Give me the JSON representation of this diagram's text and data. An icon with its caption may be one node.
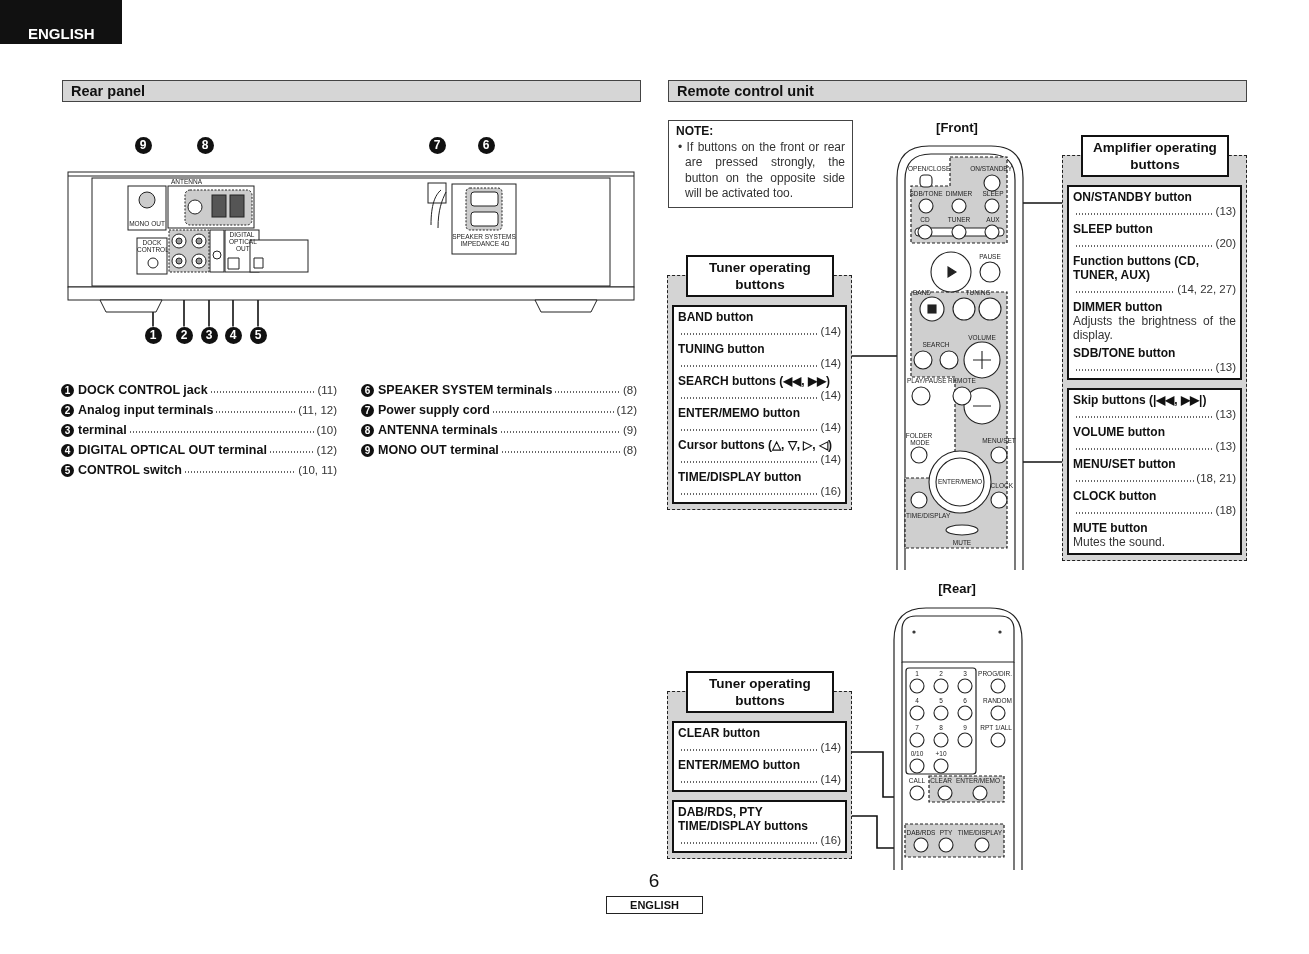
{
  "diagram": {
    "nodes": [
      {
        "text": [
          "1"
        ]
      },
      {
        "text": [
          "2"
        ]
      },
      {
        "text": [
          "3"
        ]
      },
      {
        "text": [
          "4"
        ]
      },
      {
        "text": [
          "5"
        ]
      },
      {
        "text": [
          "NOTE:",
          "• If buttons on the front or rear are pressed strongly, the button on the opposite side will be activated too."
        ]
      },
      {
        "text": [
          "Tuner operating buttons"
        ]
      },
      {
        "text": [
          "BAND button",
          "(14)",
          "TUNING button",
          "(14)",
          "SEARCH buttons (◀◀, ▶▶)",
          "(14)",
          "ENTER/MEMO button",
          "(14)",
          "Cursor buttons (△, ▽, ▷, ◁)",
          "(14)",
          "TIME/DISPLAY button",
          "(16)"
        ],
        "in": 6
      },
      {
        "text": [
          "Amplifier operating buttons"
        ]
      },
      {
        "text": [
          "ON/STANDBY button",
          "(13)",
          "SLEEP button",
          "(20)",
          "Function buttons (CD, TUNER, AUX)",
          "(14, 22, 27)",
          "DIMMER button",
          "Adjusts the brightness of the display.",
          "SDB/TONE button",
          "(13)"
        ],
        "in": 8
      },
      {
        "text": [
          "Skip buttons (|◀◀, ▶▶|)",
          "(13)",
          "VOLUME button",
          "(13)",
          "MENU/SET button",
          "(18, 21)",
          "CLOCK button",
          "(18)",
          "MUTE button",
          "Mutes the sound."
        ],
        "in": 8
      },
      {
        "text": [],
        "shape": "picture"
      },
      {
        "text": [],
        "shape": "box",
        "in": 11
      },
      {
        "text": [],
        "shape": "box",
        "in": 11
      },
      {
        "text": [
          "Tuner operating buttons"
        ]
      },
      {
        "text": [
          "CLEAR button",
          "(14)",
          "ENTER/MEMO button",
          "(14)"
        ],
        "in": 14
      },
      {
        "text": [
          "DAB/RDS, PTY TIME/DISPLAY buttons",
          "(16)"
        ],
        "in": 14
      },
      {
        "text": [],
        "shape": "picture"
      },
      {
        "text": [],
        "shape": "box",
        "in": 17
      },
      {
        "text": [],
        "shape": "box",
        "in": 17
      },
      {
        "text": [
          "9"
        ]
      },
      {
        "text": [
          "8"
        ]
      },
      {
        "text": [
          "7"
        ]
      },
      {
        "text": [
          "6"
        ]
      },
      {
        "text": [],
        "shape": "circle"
      },
      {
        "text": [],
        "shape": "box"
      },
      {
        "text": [],
        "shape": "circle"
      },
      {
        "text": [],
        "shape": "box"
      },
      {
        "text": [],
        "shape": "box"
      }
    ],
    "edges": [
      {
        "from": 0,
        "to": 24,
        "arrow": "none"
      },
      {
        "from": 1,
        "to": 25,
        "arrow": "none"
      },
      {
        "from": 2,
        "to": 26,
        "arrow": "none"
      },
      {
        "from": 3,
        "to": 27,
        "arrow": "none"
      },
      {
        "from": 4,
        "to": 28,
        "arrow": "none"
      },
      {
        "from": 7,
        "to": 13,
        "arrow": "none"
      },
      {
        "from": 9,
        "to": 12,
        "arrow": "none"
      },
      {
        "from": 10,
        "to": 13,
        "arrow": "none"
      },
      {
        "from": 15,
        "to": 18,
        "arrow": "none"
      },
      {
        "from": 16,
        "to": 19,
        "arrow": "none"
      }
    ],
    "labels": [
      "ENGLISH",
      "Rear panel",
      "Remote control unit",
      "MONO OUT",
      "ANTENNA",
      "DOCK CONTROL",
      "DIGITAL OPTICAL OUT",
      "SPEAKER SYSTEMS IMPEDANCE 4Ω",
      "1",
      "DOCK CONTROL jack",
      "(11)",
      "6",
      "SPEAKER SYSTEM terminals",
      "(8)",
      "2",
      "Analog input terminals",
      "(11, 12)",
      "7",
      "Power supply cord",
      "(12)",
      "3",
      "terminal",
      "(10)",
      "8",
      "ANTENNA terminals",
      "(9)",
      "4",
      "DIGITAL OPTICAL OUT terminal",
      "(12)",
      "9",
      "MONO OUT terminal",
      "(8)",
      "5",
      "CONTROL switch",
      "(10, 11)",
      "[Front]",
      "OPEN/CLOSE",
      "ON/STANDBY",
      "SDB/TONE",
      "DIMMER",
      "SLEEP",
      "CD",
      "TUNER",
      "AUX",
      "PAUSE",
      "BAND",
      "TUNING",
      "VOLUME",
      "SEARCH",
      "PLAY/PAUSE",
      "REMOTE",
      "FOLDER MODE",
      "MENU/SET",
      "ENTER/MEMO",
      "TIME/DISPLAY",
      "CLOCK",
      "MUTE",
      "[Rear]",
      "1",
      "2",
      "3",
      "PROG/DIR.",
      "4",
      "5",
      "6",
      "RANDOM",
      "7",
      "8",
      "9",
      "RPT 1/ALL",
      "0/10",
      "+10",
      "CALL",
      "CLEAR",
      "ENTER/MEMO",
      "DAB/RDS",
      "PTY",
      "TIME/DISPLAY",
      "6",
      "ENGLISH"
    ]
  }
}
